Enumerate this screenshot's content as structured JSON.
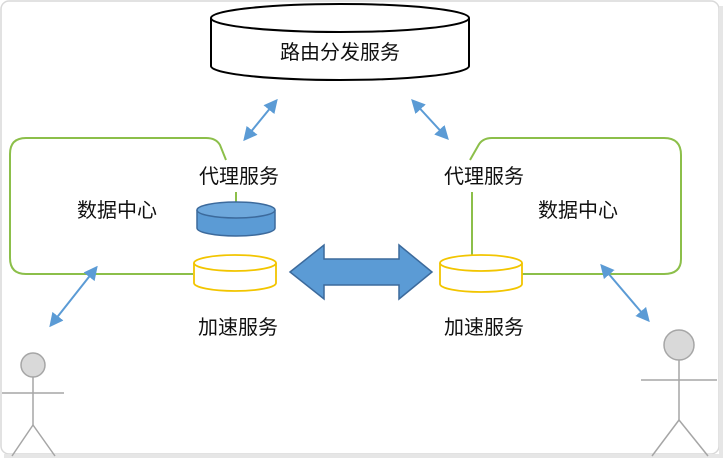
{
  "title": "",
  "colors": {
    "green": "#8cbf4a",
    "arrow_blue": "#5b9bd5",
    "cylinder_blue": "#5b9bd5",
    "cylinder_blue_dark": "#3c6a9c",
    "accel_yellow": "#f2c500",
    "outline_black": "#000000",
    "person_gray": "#b3b3b3",
    "frame_shadow": "#d0d0d0"
  },
  "labels": {
    "routing": "路由分发服务",
    "dc_left": "数据中心",
    "dc_right": "数据中心",
    "proxy_left": "代理服务",
    "proxy_right": "代理服务",
    "accel_left": "加速服务",
    "accel_right": "加速服务"
  }
}
